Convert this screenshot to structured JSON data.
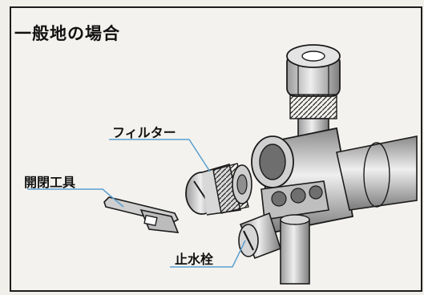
{
  "title": "一般地の場合",
  "labels": {
    "filter": "フィルター",
    "opening_tool": "開閉工具",
    "stop_valve": "止水栓"
  },
  "colors": {
    "leader_line": "#5a9fd0",
    "ink": "#1b1b1b",
    "frame": "#1d1d1d"
  },
  "icons": [
    "filter-icon",
    "opening-tool-icon",
    "valve-assembly-icon"
  ]
}
